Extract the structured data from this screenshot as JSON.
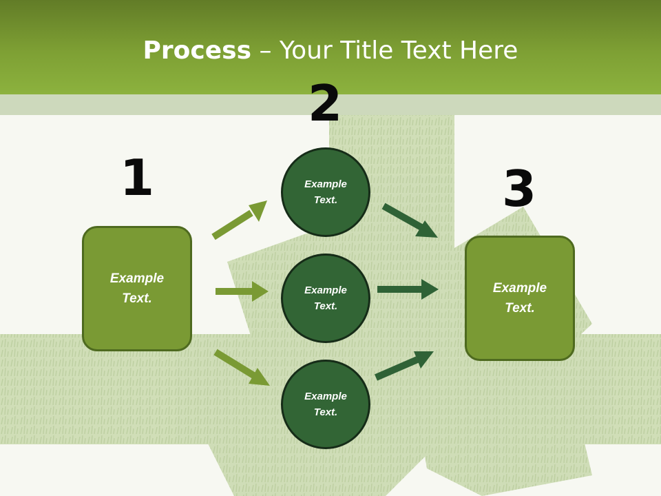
{
  "slide": {
    "title_bold": "Process",
    "title_rest": " – Your Title Text Here"
  },
  "steps": {
    "one": "1",
    "two": "2",
    "three": "3"
  },
  "nodes": {
    "left_box": "Example Text.",
    "circle_top": "Example Text.",
    "circle_middle": "Example Text.",
    "circle_bottom": "Example Text.",
    "right_box": "Example Text."
  },
  "colors": {
    "header_green": "#7ea034",
    "box_green": "#7a9a34",
    "circle_green": "#326535",
    "arrow_light": "#7a9a34",
    "arrow_dark": "#2f6236"
  }
}
